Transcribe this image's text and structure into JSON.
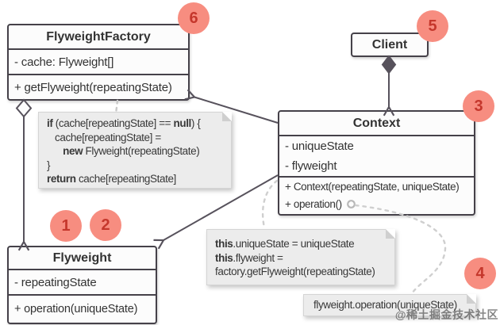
{
  "classes": {
    "factory": {
      "title": "FlyweightFactory",
      "attributes": [
        "- cache: Flyweight[]"
      ],
      "methods": [
        "+ getFlyweight(repeatingState)"
      ]
    },
    "client": {
      "title": "Client"
    },
    "context": {
      "title": "Context",
      "attributes": [
        "- uniqueState",
        "- flyweight"
      ],
      "methods": [
        "+ Context(repeatingState, uniqueState)",
        "+ operation()"
      ]
    },
    "flyweight": {
      "title": "Flyweight",
      "attributes": [
        "- repeatingState"
      ],
      "methods": [
        "+ operation(uniqueState)"
      ]
    }
  },
  "notes": {
    "factory_code": {
      "lines": [
        [
          {
            "t": "if",
            "b": true
          },
          {
            "t": " (cache[repeatingState] == "
          },
          {
            "t": "null",
            "b": true
          },
          {
            "t": ") {"
          }
        ],
        [
          {
            "t": "   cache[repeatingState] ="
          }
        ],
        [
          {
            "t": "      "
          },
          {
            "t": "new",
            "b": true
          },
          {
            "t": " Flyweight(repeatingState)"
          }
        ],
        [
          {
            "t": "}"
          }
        ],
        [
          {
            "t": "return",
            "b": true
          },
          {
            "t": " cache[repeatingState]"
          }
        ]
      ]
    },
    "context_ctor_code": {
      "lines": [
        [
          {
            "t": "this",
            "b": true
          },
          {
            "t": ".uniqueState = uniqueState"
          }
        ],
        [
          {
            "t": "this",
            "b": true
          },
          {
            "t": ".flyweight ="
          }
        ],
        [
          {
            "t": "factory.getFlyweight(repeatingState)"
          }
        ]
      ]
    },
    "operation_code": {
      "lines": [
        [
          {
            "t": "flyweight.operation(uniqueState)"
          }
        ]
      ]
    }
  },
  "badges": {
    "b1": "1",
    "b2": "2",
    "b3": "3",
    "b4": "4",
    "b5": "5",
    "b6": "6"
  },
  "watermark": "@稀土掘金技术社区",
  "colors": {
    "badge_bg": "#f78d80",
    "badge_text": "#c5372c",
    "line": "#57525c",
    "box_border": "#454149",
    "box_bg": "#fcfcfc",
    "note_bg": "#ececec",
    "dashed": "#c9c9c9",
    "background": "#ffffff"
  }
}
